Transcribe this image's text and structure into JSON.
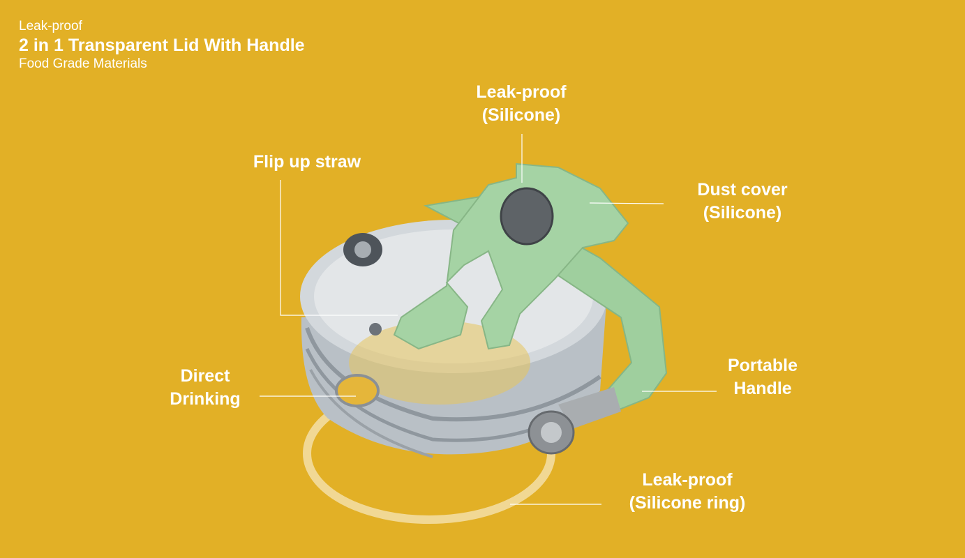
{
  "header": {
    "kicker": "Leak-proof",
    "title": "2 in 1 Transparent Lid With Handle",
    "subtitle": "Food  Grade Materials"
  },
  "callouts": {
    "leak_silicone": [
      "Leak-proof",
      "(Silicone)"
    ],
    "flip_straw": [
      "Flip up straw"
    ],
    "dust_cover": [
      "Dust cover",
      "(Silicone)"
    ],
    "direct_drinking": [
      "Direct",
      "Drinking"
    ],
    "portable_handle": [
      "Portable",
      "Handle"
    ],
    "leak_ring": [
      "Leak-proof",
      "(Silicone ring)"
    ]
  },
  "colors": {
    "background": "#e2b026",
    "lid_green": "#9fcf9e",
    "lid_clear": "#c7ccd0",
    "silicone_ring": "#f3dfa8",
    "text": "#ffffff"
  }
}
